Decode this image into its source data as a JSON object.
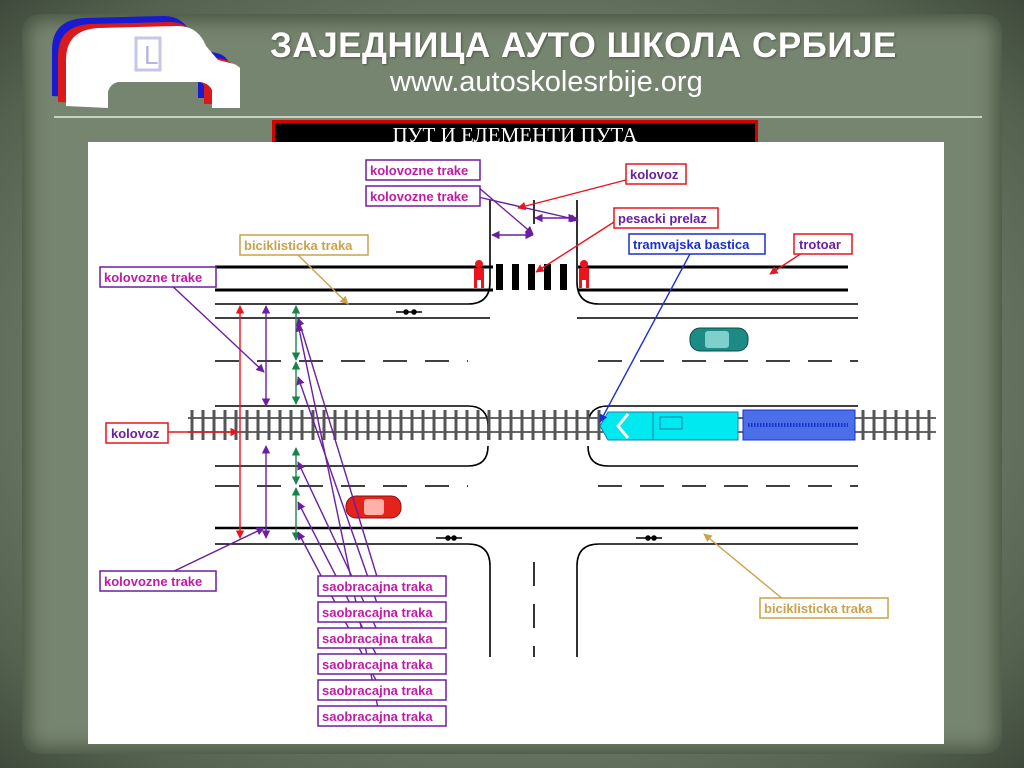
{
  "header": {
    "title": "ЗАЈЕДНИЦА АУТО ШКОЛА СРБИЈЕ",
    "url": "www.autoskolesrbije.org"
  },
  "slide": {
    "heading": "ПУТ И ЕЛЕМЕНТИ ПУТА"
  },
  "diagram": {
    "labels": {
      "kolovozne_trake_top1": "kolovozne trake",
      "kolovozne_trake_top2": "kolovozne trake",
      "kolovoz_top": "kolovoz",
      "pesacki_prelaz": "pesacki prelaz",
      "tramvajska_bastica": "tramvajska bastica",
      "trotoar": "trotoar",
      "biciklisticka_traka_top": "biciklisticka traka",
      "kolovozne_trake_left": "kolovozne trake",
      "kolovoz_left": "kolovoz",
      "kolovozne_trake_bottom": "kolovozne trake",
      "biciklisticka_traka_bottom": "biciklisticka traka",
      "saobracajna_traka": [
        "saobracajna traka",
        "saobracajna traka",
        "saobracajna traka",
        "saobracajna traka",
        "saobracajna traka",
        "saobracajna traka"
      ]
    },
    "colors": {
      "red": "#e8141e",
      "purple": "#6a1fa0",
      "green": "#17844c",
      "gold": "#c9a24a",
      "blue": "#1b2fd0",
      "magenta": "#c21aa8",
      "tram": "#00e8f0",
      "tram_trailer": "#4a6fe8",
      "car_teal": "#1c8a85",
      "car_red": "#e4231c"
    }
  }
}
